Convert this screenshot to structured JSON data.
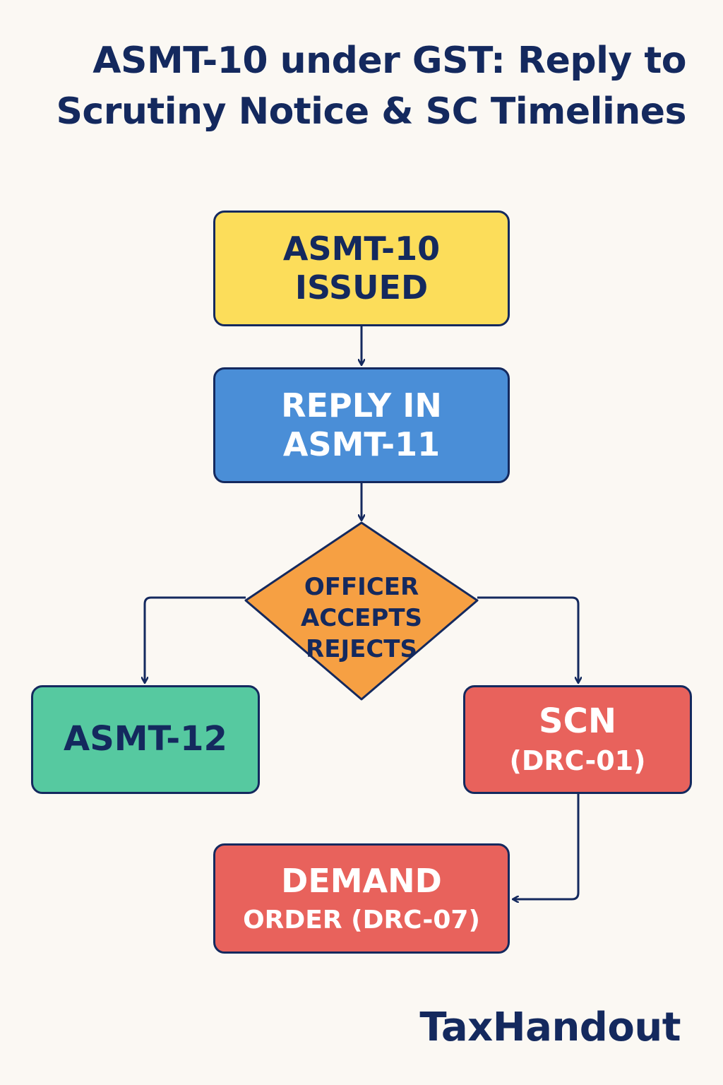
{
  "title": "ASMT-10 under GST: Reply to Scrutiny Notice & SC Timelines",
  "nodes": {
    "issued": {
      "line1": "ASMT-10",
      "line2": "ISSUED"
    },
    "reply": {
      "line1": "REPLY IN",
      "line2": "ASMT-11"
    },
    "decision": {
      "line1": "OFFICER",
      "line2": "ACCEPTS",
      "line3": "REJECTS"
    },
    "asmt12": {
      "label": "ASMT-12"
    },
    "scn": {
      "line1": "SCN",
      "line2": "(DRC-01)"
    },
    "demand": {
      "line1": "DEMAND",
      "line2": "ORDER (DRC-07)"
    }
  },
  "brand": "TaxHandout",
  "colors": {
    "background": "#fbf8f3",
    "ink": "#14295e",
    "yellow": "#fcdd5a",
    "blue": "#4a8ed7",
    "orange": "#f6a043",
    "green": "#56c9a0",
    "red": "#e8625c"
  }
}
